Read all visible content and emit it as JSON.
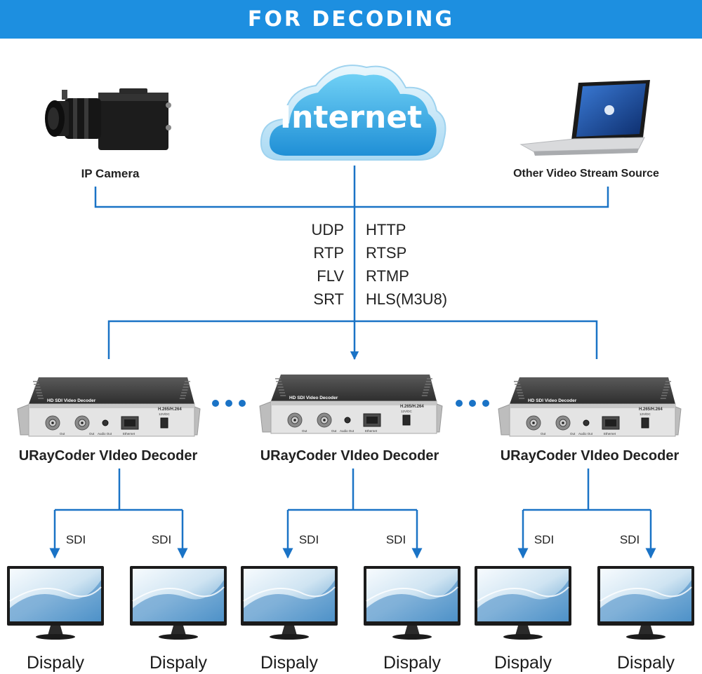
{
  "header": {
    "title": "FOR DECODING",
    "bg_color": "#1d8fe0"
  },
  "colors": {
    "line": "#1a73c6",
    "cloud_dark": "#1e9ad8",
    "cloud_light": "#bfe3f6"
  },
  "cloud": {
    "label": "Internet"
  },
  "sources": {
    "camera": {
      "label": "IP Camera"
    },
    "laptop": {
      "label": "Other Video Stream Source"
    }
  },
  "protocols": {
    "left": [
      "UDP",
      "RTP",
      "FLV",
      "SRT"
    ],
    "right": [
      "HTTP",
      "RTSP",
      "RTMP",
      "HLS(M3U8)"
    ]
  },
  "device": {
    "top_text": "HD SDI Video Decoder",
    "codec_text": "H.265/H.264",
    "port_out": "Out",
    "port_audio": "Audio Out",
    "port_eth": "Ethernet",
    "port_dc": "12V/DC"
  },
  "decoders": [
    {
      "label": "URayCoder VIdeo Decoder"
    },
    {
      "label": "URayCoder VIdeo Decoder"
    },
    {
      "label": "URayCoder VIdeo Decoder"
    }
  ],
  "sdi_labels": [
    "SDI",
    "SDI",
    "SDI",
    "SDI",
    "SDI",
    "SDI"
  ],
  "displays": [
    "Dispaly",
    "Dispaly",
    "Dispaly",
    "Dispaly",
    "Dispaly",
    "Dispaly"
  ]
}
